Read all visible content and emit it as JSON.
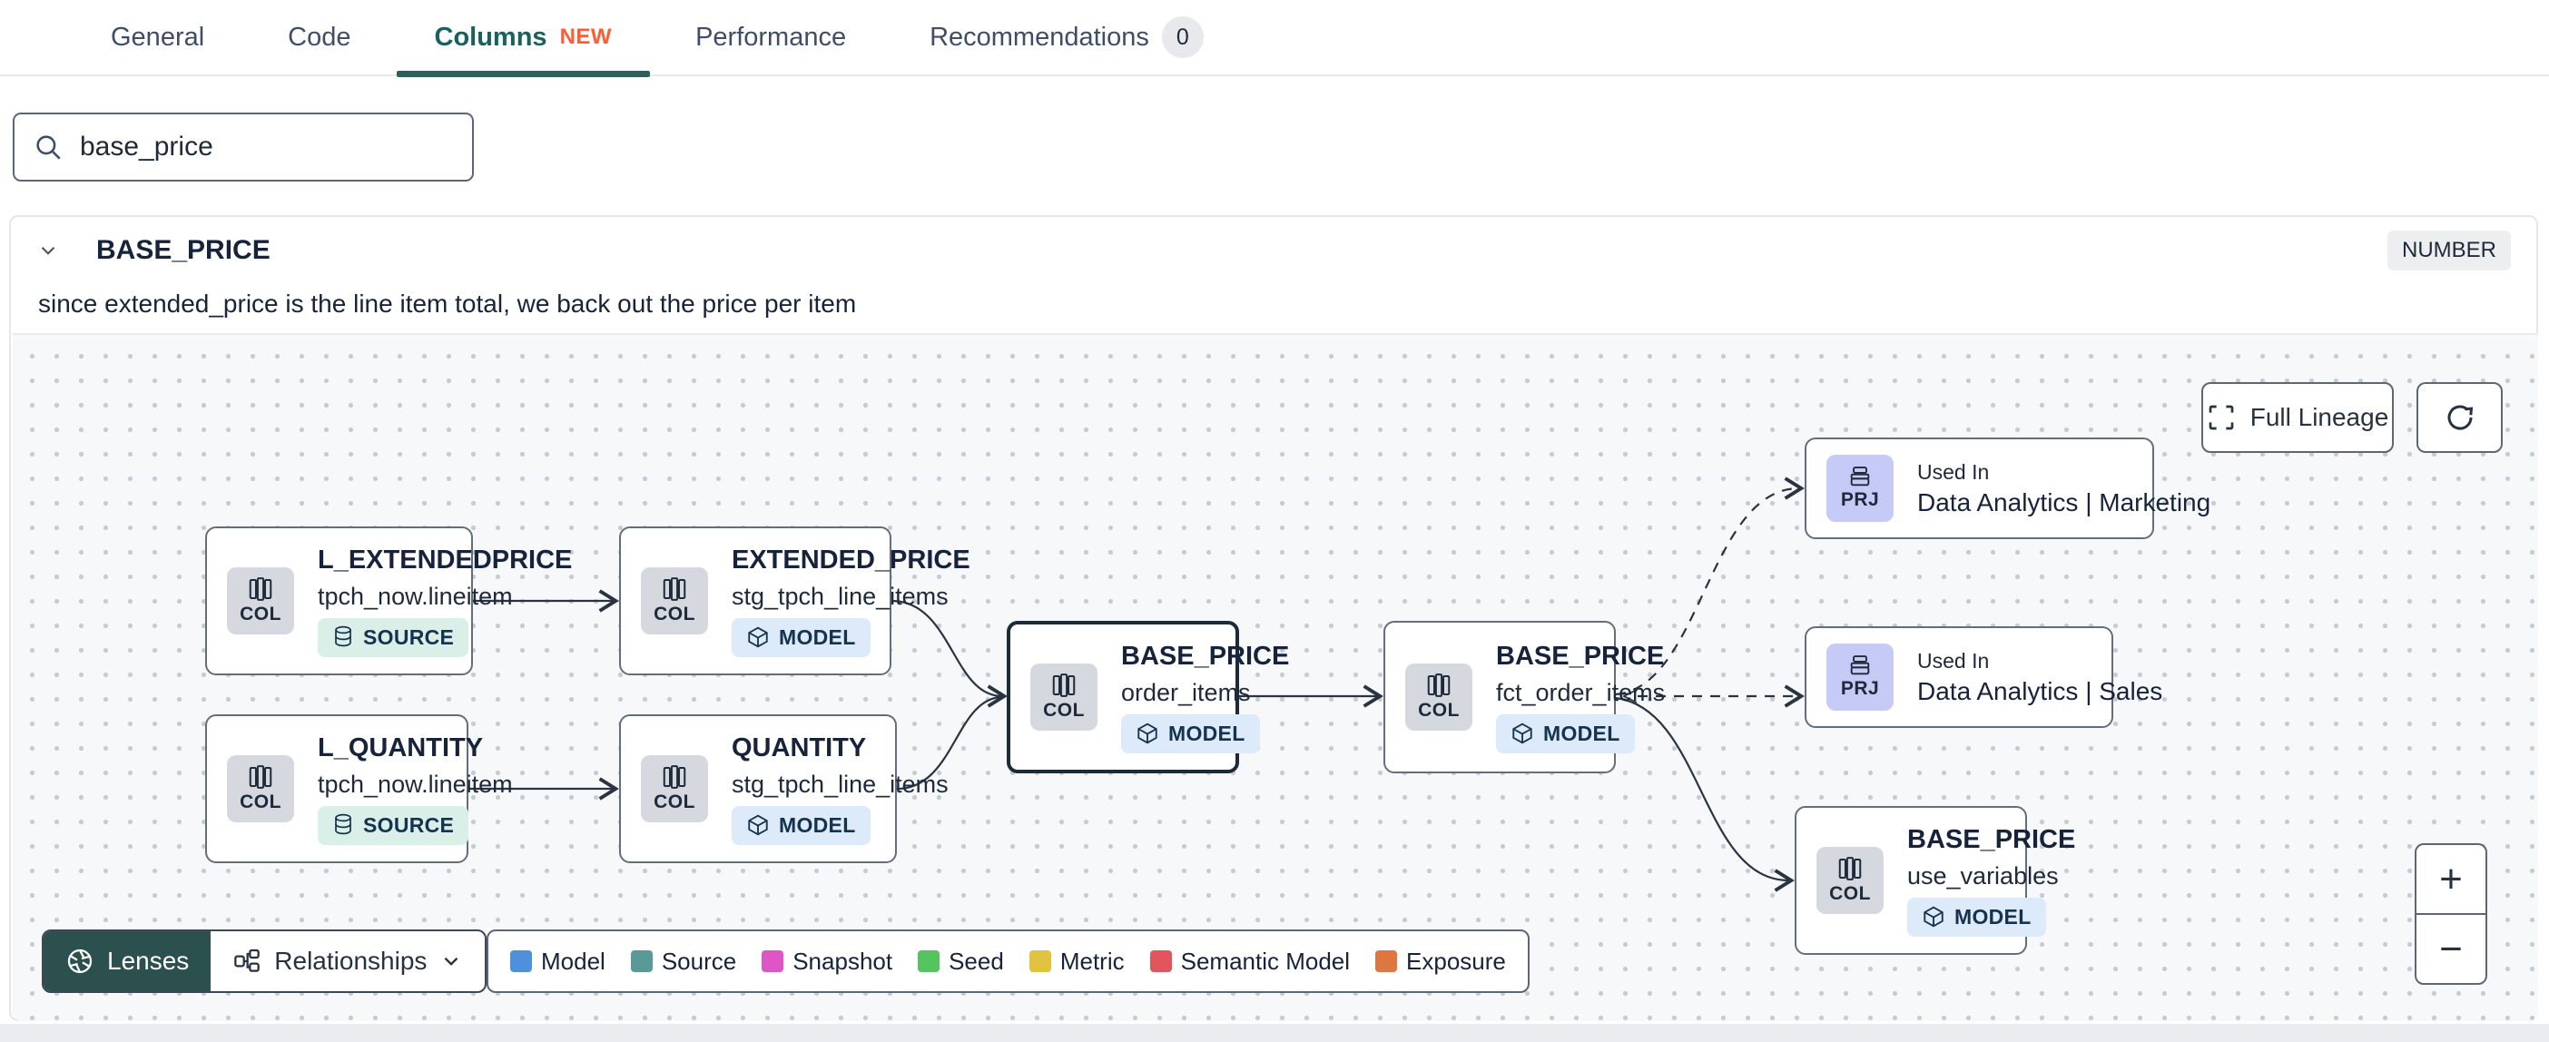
{
  "tabs": {
    "items": [
      {
        "label": "General"
      },
      {
        "label": "Code"
      },
      {
        "label": "Columns",
        "badge": "NEW"
      },
      {
        "label": "Performance"
      },
      {
        "label": "Recommendations",
        "count": "0"
      }
    ]
  },
  "search": {
    "value": "base_price"
  },
  "column_detail": {
    "name": "BASE_PRICE",
    "type": "NUMBER",
    "description": "since extended_price is the line item total, we back out the price per item"
  },
  "lineage": {
    "full_lineage_label": "Full Lineage",
    "zoom_in": "+",
    "zoom_out": "−",
    "nodes": [
      {
        "badge": "COL",
        "title": "L_EXTENDEDPRICE",
        "subtitle": "tpch_now.lineitem",
        "resource": "SOURCE"
      },
      {
        "badge": "COL",
        "title": "EXTENDED_PRICE",
        "subtitle": "stg_tpch_line_items",
        "resource": "MODEL"
      },
      {
        "badge": "COL",
        "title": "L_QUANTITY",
        "subtitle": "tpch_now.lineitem",
        "resource": "SOURCE"
      },
      {
        "badge": "COL",
        "title": "QUANTITY",
        "subtitle": "stg_tpch_line_items",
        "resource": "MODEL"
      },
      {
        "badge": "COL",
        "title": "BASE_PRICE",
        "subtitle": "order_items",
        "resource": "MODEL"
      },
      {
        "badge": "COL",
        "title": "BASE_PRICE",
        "subtitle": "fct_order_items",
        "resource": "MODEL"
      },
      {
        "badge": "PRJ",
        "kicker": "Used In",
        "title": "Data Analytics | Marketing"
      },
      {
        "badge": "PRJ",
        "kicker": "Used In",
        "title": "Data Analytics | Sales"
      },
      {
        "badge": "COL",
        "title": "BASE_PRICE",
        "subtitle": "use_variables",
        "resource": "MODEL"
      }
    ],
    "toolbar": {
      "lenses": "Lenses",
      "relationships": "Relationships"
    },
    "legend": [
      {
        "label": "Model",
        "color": "#4e90d9"
      },
      {
        "label": "Source",
        "color": "#579a97"
      },
      {
        "label": "Snapshot",
        "color": "#df55c6"
      },
      {
        "label": "Seed",
        "color": "#55c45e"
      },
      {
        "label": "Metric",
        "color": "#e2c33f"
      },
      {
        "label": "Semantic Model",
        "color": "#e2555c"
      },
      {
        "label": "Exposure",
        "color": "#e0763f"
      }
    ]
  },
  "colors": {
    "accent_teal": "#2e5f5c",
    "lenses_bg": "#2b504d",
    "new_badge": "#ff5c35"
  }
}
